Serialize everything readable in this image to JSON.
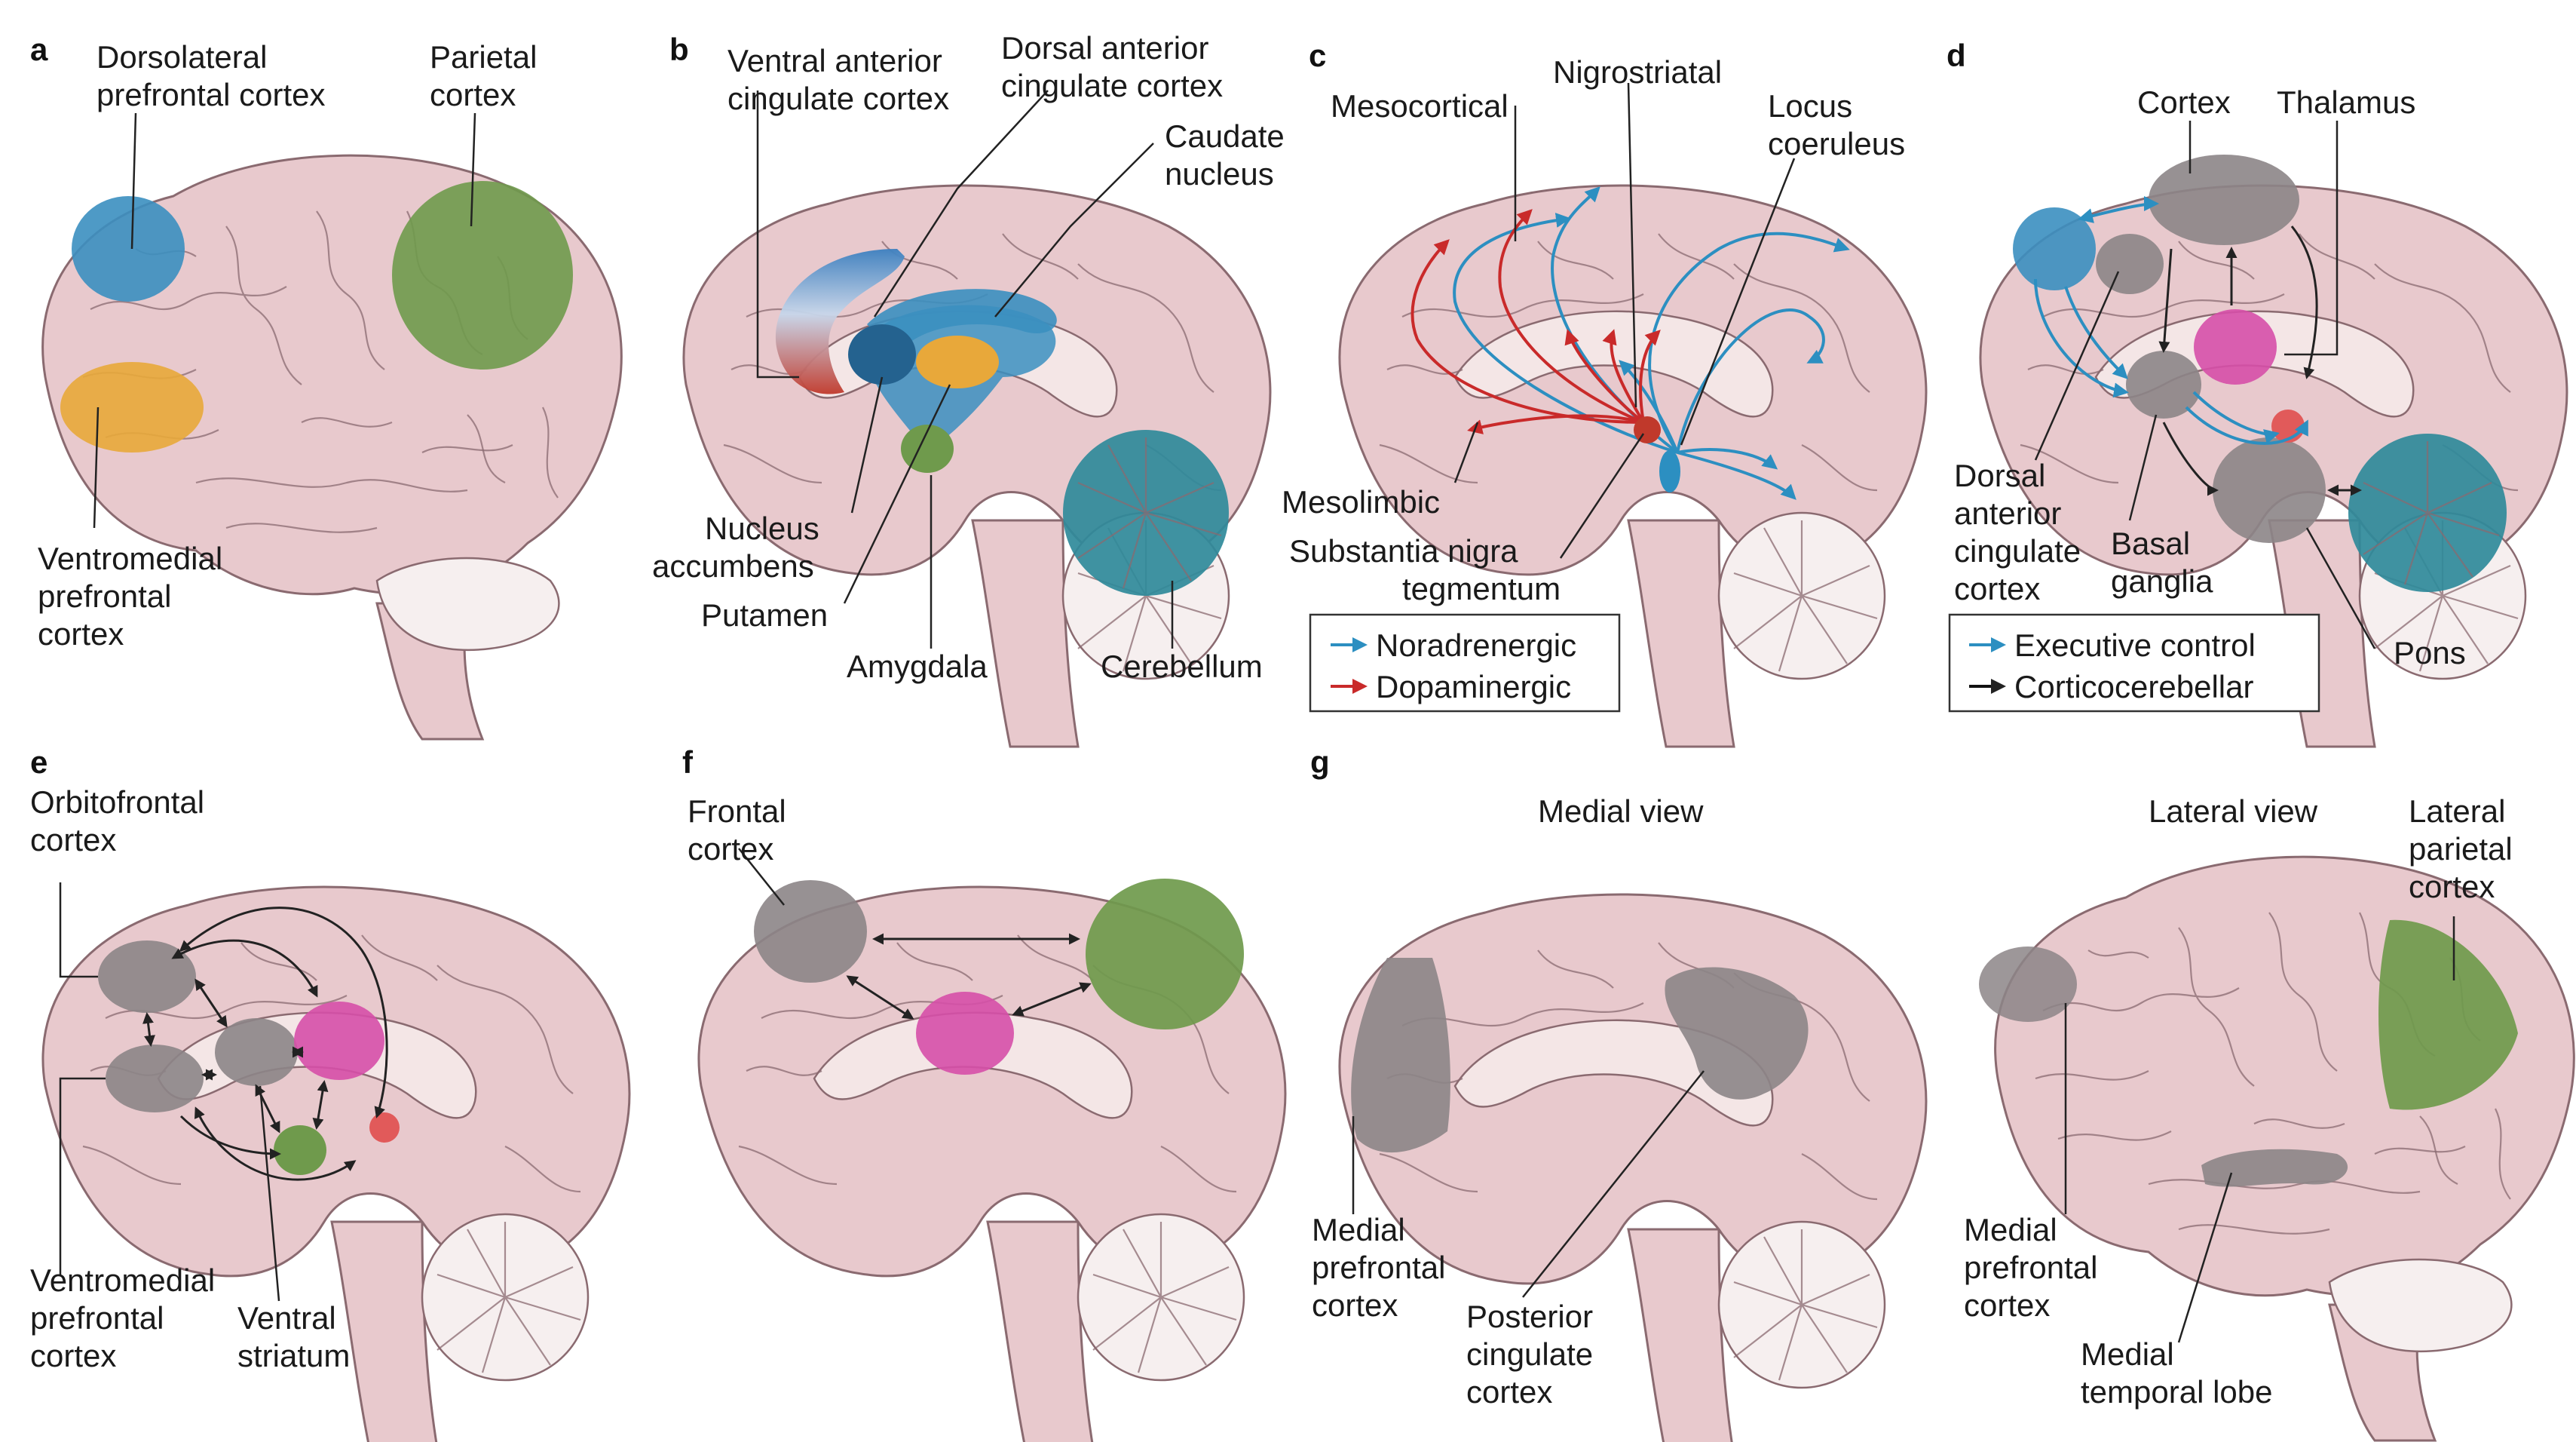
{
  "panels": {
    "a": {
      "letter": "a",
      "labels": {
        "dlpfc_1": "Dorsolateral",
        "dlpfc_2": "prefrontal cortex",
        "parietal_1": "Parietal",
        "parietal_2": "cortex",
        "vmpfc_1": "Ventromedial",
        "vmpfc_2": "prefrontal",
        "vmpfc_3": "cortex"
      }
    },
    "b": {
      "letter": "b",
      "labels": {
        "vacc_1": "Ventral anterior",
        "vacc_2": "cingulate cortex",
        "dacc_1": "Dorsal anterior",
        "dacc_2": "cingulate cortex",
        "caudate_1": "Caudate",
        "caudate_2": "nucleus",
        "nacc_1": "Nucleus",
        "nacc_2": "accumbens",
        "putamen": "Putamen",
        "amygdala": "Amygdala",
        "cerebellum": "Cerebellum"
      }
    },
    "c": {
      "letter": "c",
      "labels": {
        "mesocortical": "Mesocortical",
        "nigrostriatal": "Nigrostriatal",
        "locus_1": "Locus",
        "locus_2": "coeruleus",
        "mesolimbic": "Mesolimbic",
        "sn_1": "Substantia nigra",
        "sn_2": "tegmentum"
      },
      "legend": [
        {
          "label": "Noradrenergic",
          "color": "#2c8fc1"
        },
        {
          "label": "Dopaminergic",
          "color": "#c92a2a"
        }
      ]
    },
    "d": {
      "letter": "d",
      "labels": {
        "cortex": "Cortex",
        "thalamus": "Thalamus",
        "dacc_1": "Dorsal",
        "dacc_2": "anterior",
        "dacc_3": "cingulate",
        "dacc_4": "cortex",
        "bg_1": "Basal",
        "bg_2": "ganglia",
        "pons": "Pons"
      },
      "legend": [
        {
          "label": "Executive control",
          "color": "#2c8fc1"
        },
        {
          "label": "Corticocerebellar",
          "color": "#111111"
        }
      ]
    },
    "e": {
      "letter": "e",
      "labels": {
        "ofc_1": "Orbitofrontal",
        "ofc_2": "cortex",
        "vmpfc_1": "Ventromedial",
        "vmpfc_2": "prefrontal",
        "vmpfc_3": "cortex",
        "vs_1": "Ventral",
        "vs_2": "striatum"
      }
    },
    "f": {
      "letter": "f",
      "labels": {
        "frontal_1": "Frontal",
        "frontal_2": "cortex"
      }
    },
    "g": {
      "letter": "g",
      "labels": {
        "medial_view": "Medial view",
        "lateral_view": "Lateral view",
        "mpfc_1": "Medial",
        "mpfc_2": "prefrontal",
        "mpfc_3": "cortex",
        "pcc_1": "Posterior",
        "pcc_2": "cingulate",
        "pcc_3": "cortex",
        "lpc_1": "Lateral",
        "lpc_2": "parietal",
        "lpc_3": "cortex",
        "lmpfc_1": "Medial",
        "lmpfc_2": "prefrontal",
        "lmpfc_3": "cortex",
        "mtl_1": "Medial",
        "mtl_2": "temporal lobe"
      }
    }
  },
  "colors": {
    "brain": "#e8c9cd",
    "blue_region": "#3b8fc0",
    "green_region": "#6f9a4c",
    "orange_region": "#e8a83a",
    "red_region": "#c0392b",
    "magenta_region": "#d64fa8",
    "grey_region": "#8c8587",
    "teal_cerebellum": "#2f8a9a",
    "noradrenergic": "#2c8fc1",
    "dopaminergic": "#c92a2a"
  }
}
